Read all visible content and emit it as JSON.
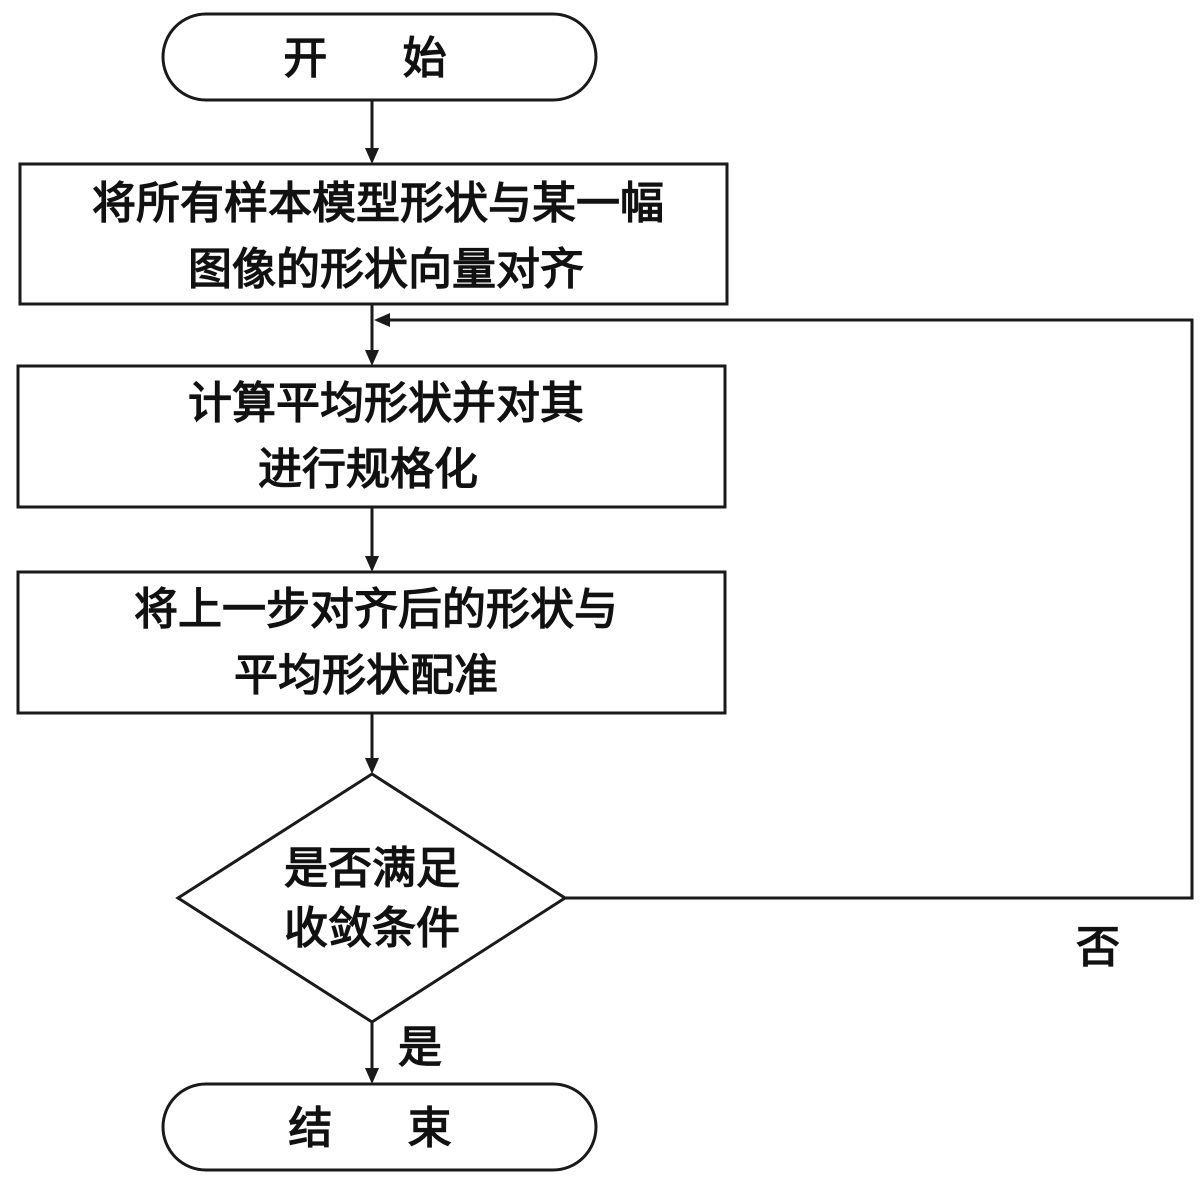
{
  "flowchart": {
    "start": {
      "lines": [
        "开 始"
      ]
    },
    "align_step": {
      "lines": [
        "将所有样本模型形状与某一幅",
        "图像的形状向量对齐"
      ]
    },
    "mean_step": {
      "lines": [
        "计算平均形状并对其",
        "进行规格化"
      ]
    },
    "register_step": {
      "lines": [
        "将上一步对齐后的形状与",
        "平均形状配准"
      ]
    },
    "decision": {
      "lines": [
        "是否满足",
        "收敛条件"
      ]
    },
    "end": {
      "lines": [
        "结 束"
      ]
    },
    "yes_label": "是",
    "no_label": "否"
  }
}
